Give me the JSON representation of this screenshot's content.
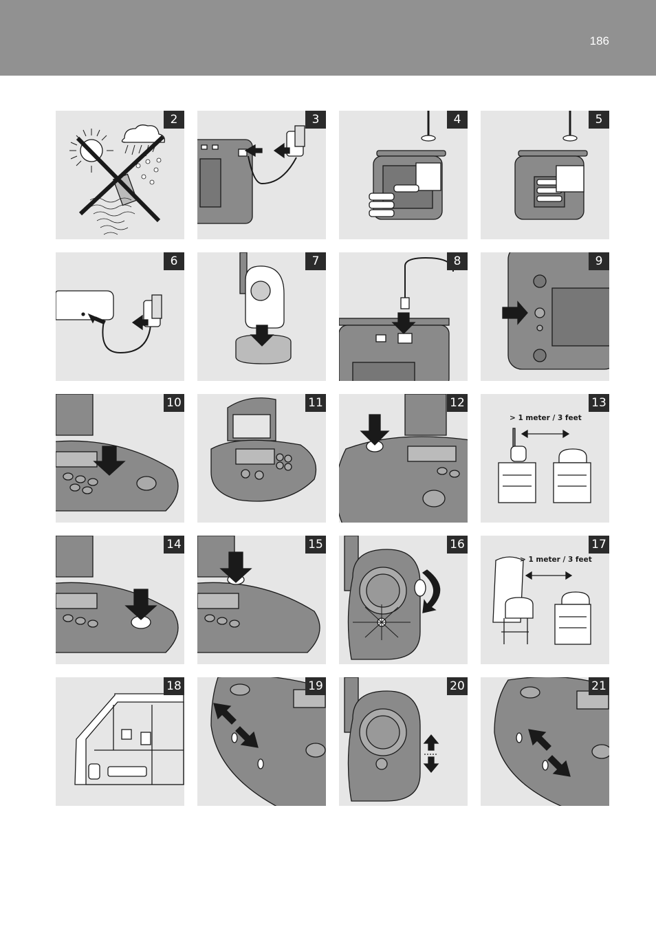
{
  "page": {
    "number": "186"
  },
  "colors": {
    "header": "#919191",
    "panel": "#e6e6e6",
    "badge": "#2b2b2b",
    "device": "#8a8a8a",
    "line": "#1a1a1a"
  },
  "steps": [
    {
      "number": "2",
      "icon": "no-weather-exposure-icon"
    },
    {
      "number": "3",
      "icon": "connect-adapter-parent-unit-icon"
    },
    {
      "number": "4",
      "icon": "open-battery-cover-icon"
    },
    {
      "number": "5",
      "icon": "close-battery-cover-icon"
    },
    {
      "number": "6",
      "icon": "connect-adapter-charger-icon"
    },
    {
      "number": "7",
      "icon": "place-unit-in-charger-icon"
    },
    {
      "number": "8",
      "icon": "plug-phone-cable-icon"
    },
    {
      "number": "9",
      "icon": "press-back-button-icon"
    },
    {
      "number": "10",
      "icon": "press-keypad-button-icon"
    },
    {
      "number": "11",
      "icon": "parent-unit-overview-icon"
    },
    {
      "number": "12",
      "icon": "press-top-button-icon"
    },
    {
      "number": "13",
      "icon": "distance-units-icon",
      "caption": "> 1 meter / 3 feet"
    },
    {
      "number": "14",
      "icon": "press-ok-button-icon"
    },
    {
      "number": "15",
      "icon": "press-menu-button-icon"
    },
    {
      "number": "16",
      "icon": "baby-unit-light-icon"
    },
    {
      "number": "17",
      "icon": "distance-crib-icon",
      "caption": "> 1 meter / 3 feet"
    },
    {
      "number": "18",
      "icon": "house-placement-icon"
    },
    {
      "number": "19",
      "icon": "side-volume-buttons-icon"
    },
    {
      "number": "20",
      "icon": "baby-unit-volume-icon"
    },
    {
      "number": "21",
      "icon": "side-buttons-icon"
    }
  ]
}
